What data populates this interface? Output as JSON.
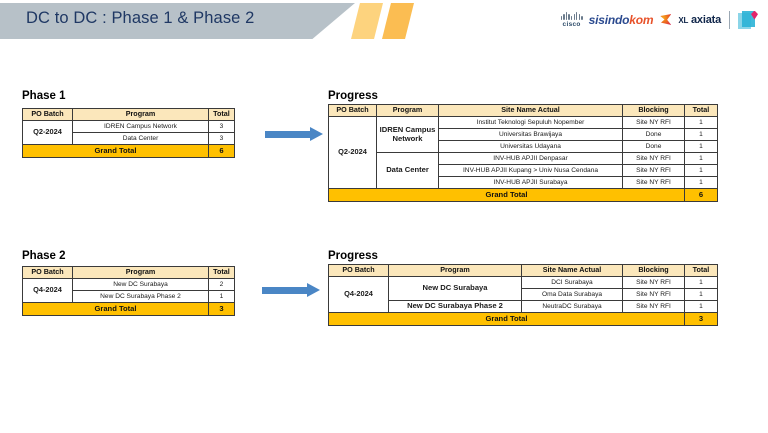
{
  "header": {
    "title": "DC to DC : Phase 1 & Phase 2",
    "band_color": "#b7c1c8",
    "title_color": "#1f3864",
    "accent_color": "#fbc96b",
    "logos": {
      "cisco": "cisco",
      "sisindokom_part1": "sisindo",
      "sisindokom_part2": "kom",
      "xl_small": "XL",
      "xl_main": "axiata"
    }
  },
  "colors": {
    "table_header_bg": "#fbe7bb",
    "total_row_bg": "#ffc000",
    "arrow": "#4a86c5",
    "border": "#3a3a3a"
  },
  "sections": [
    {
      "id": "phase1",
      "left_label": "Phase 1",
      "right_label": "Progress",
      "summary": {
        "columns": [
          "PO Batch",
          "Program",
          "Total"
        ],
        "po_batch": "Q2-2024",
        "rows": [
          {
            "program": "IDREN Campus Network",
            "total": "3"
          },
          {
            "program": "Data Center",
            "total": "3"
          }
        ],
        "grand_total_label": "Grand Total",
        "grand_total": "6"
      },
      "progress": {
        "columns": [
          "PO Batch",
          "Program",
          "Site Name Actual",
          "Blocking",
          "Total"
        ],
        "po_batch": "Q2-2024",
        "groups": [
          {
            "program": "IDREN Campus Network",
            "rows": [
              {
                "site": "Institut Teknologi Sepuluh Nopember",
                "blocking": "Site NY RFI",
                "total": "1"
              },
              {
                "site": "Universitas Brawijaya",
                "blocking": "Done",
                "total": "1"
              },
              {
                "site": "Universitas Udayana",
                "blocking": "Done",
                "total": "1"
              }
            ]
          },
          {
            "program": "Data Center",
            "rows": [
              {
                "site": "INV-HUB APJII Denpasar",
                "blocking": "Site NY RFI",
                "total": "1"
              },
              {
                "site": "INV-HUB APJII Kupang > Univ Nusa Cendana",
                "blocking": "Site NY RFI",
                "total": "1"
              },
              {
                "site": "INV-HUB APJII Surabaya",
                "blocking": "Site NY RFI",
                "total": "1"
              }
            ]
          }
        ],
        "grand_total_label": "Grand Total",
        "grand_total": "6"
      }
    },
    {
      "id": "phase2",
      "left_label": "Phase 2",
      "right_label": "Progress",
      "summary": {
        "columns": [
          "PO Batch",
          "Program",
          "Total"
        ],
        "po_batch": "Q4-2024",
        "rows": [
          {
            "program": "New DC Surabaya",
            "total": "2"
          },
          {
            "program": "New DC Surabaya Phase 2",
            "total": "1"
          }
        ],
        "grand_total_label": "Grand Total",
        "grand_total": "3"
      },
      "progress": {
        "columns": [
          "PO Batch",
          "Program",
          "Site Name Actual",
          "Blocking",
          "Total"
        ],
        "po_batch": "Q4-2024",
        "groups": [
          {
            "program": "New DC Surabaya",
            "rows": [
              {
                "site": "DCI Surabaya",
                "blocking": "Site NY RFI",
                "total": "1"
              },
              {
                "site": "Oma Data Surabaya",
                "blocking": "Site NY RFI",
                "total": "1"
              }
            ]
          },
          {
            "program": "New DC Surabaya Phase 2",
            "rows": [
              {
                "site": "NeutraDC Surabaya",
                "blocking": "Site NY RFI",
                "total": "1"
              }
            ]
          }
        ],
        "grand_total_label": "Grand Total",
        "grand_total": "3"
      }
    }
  ]
}
